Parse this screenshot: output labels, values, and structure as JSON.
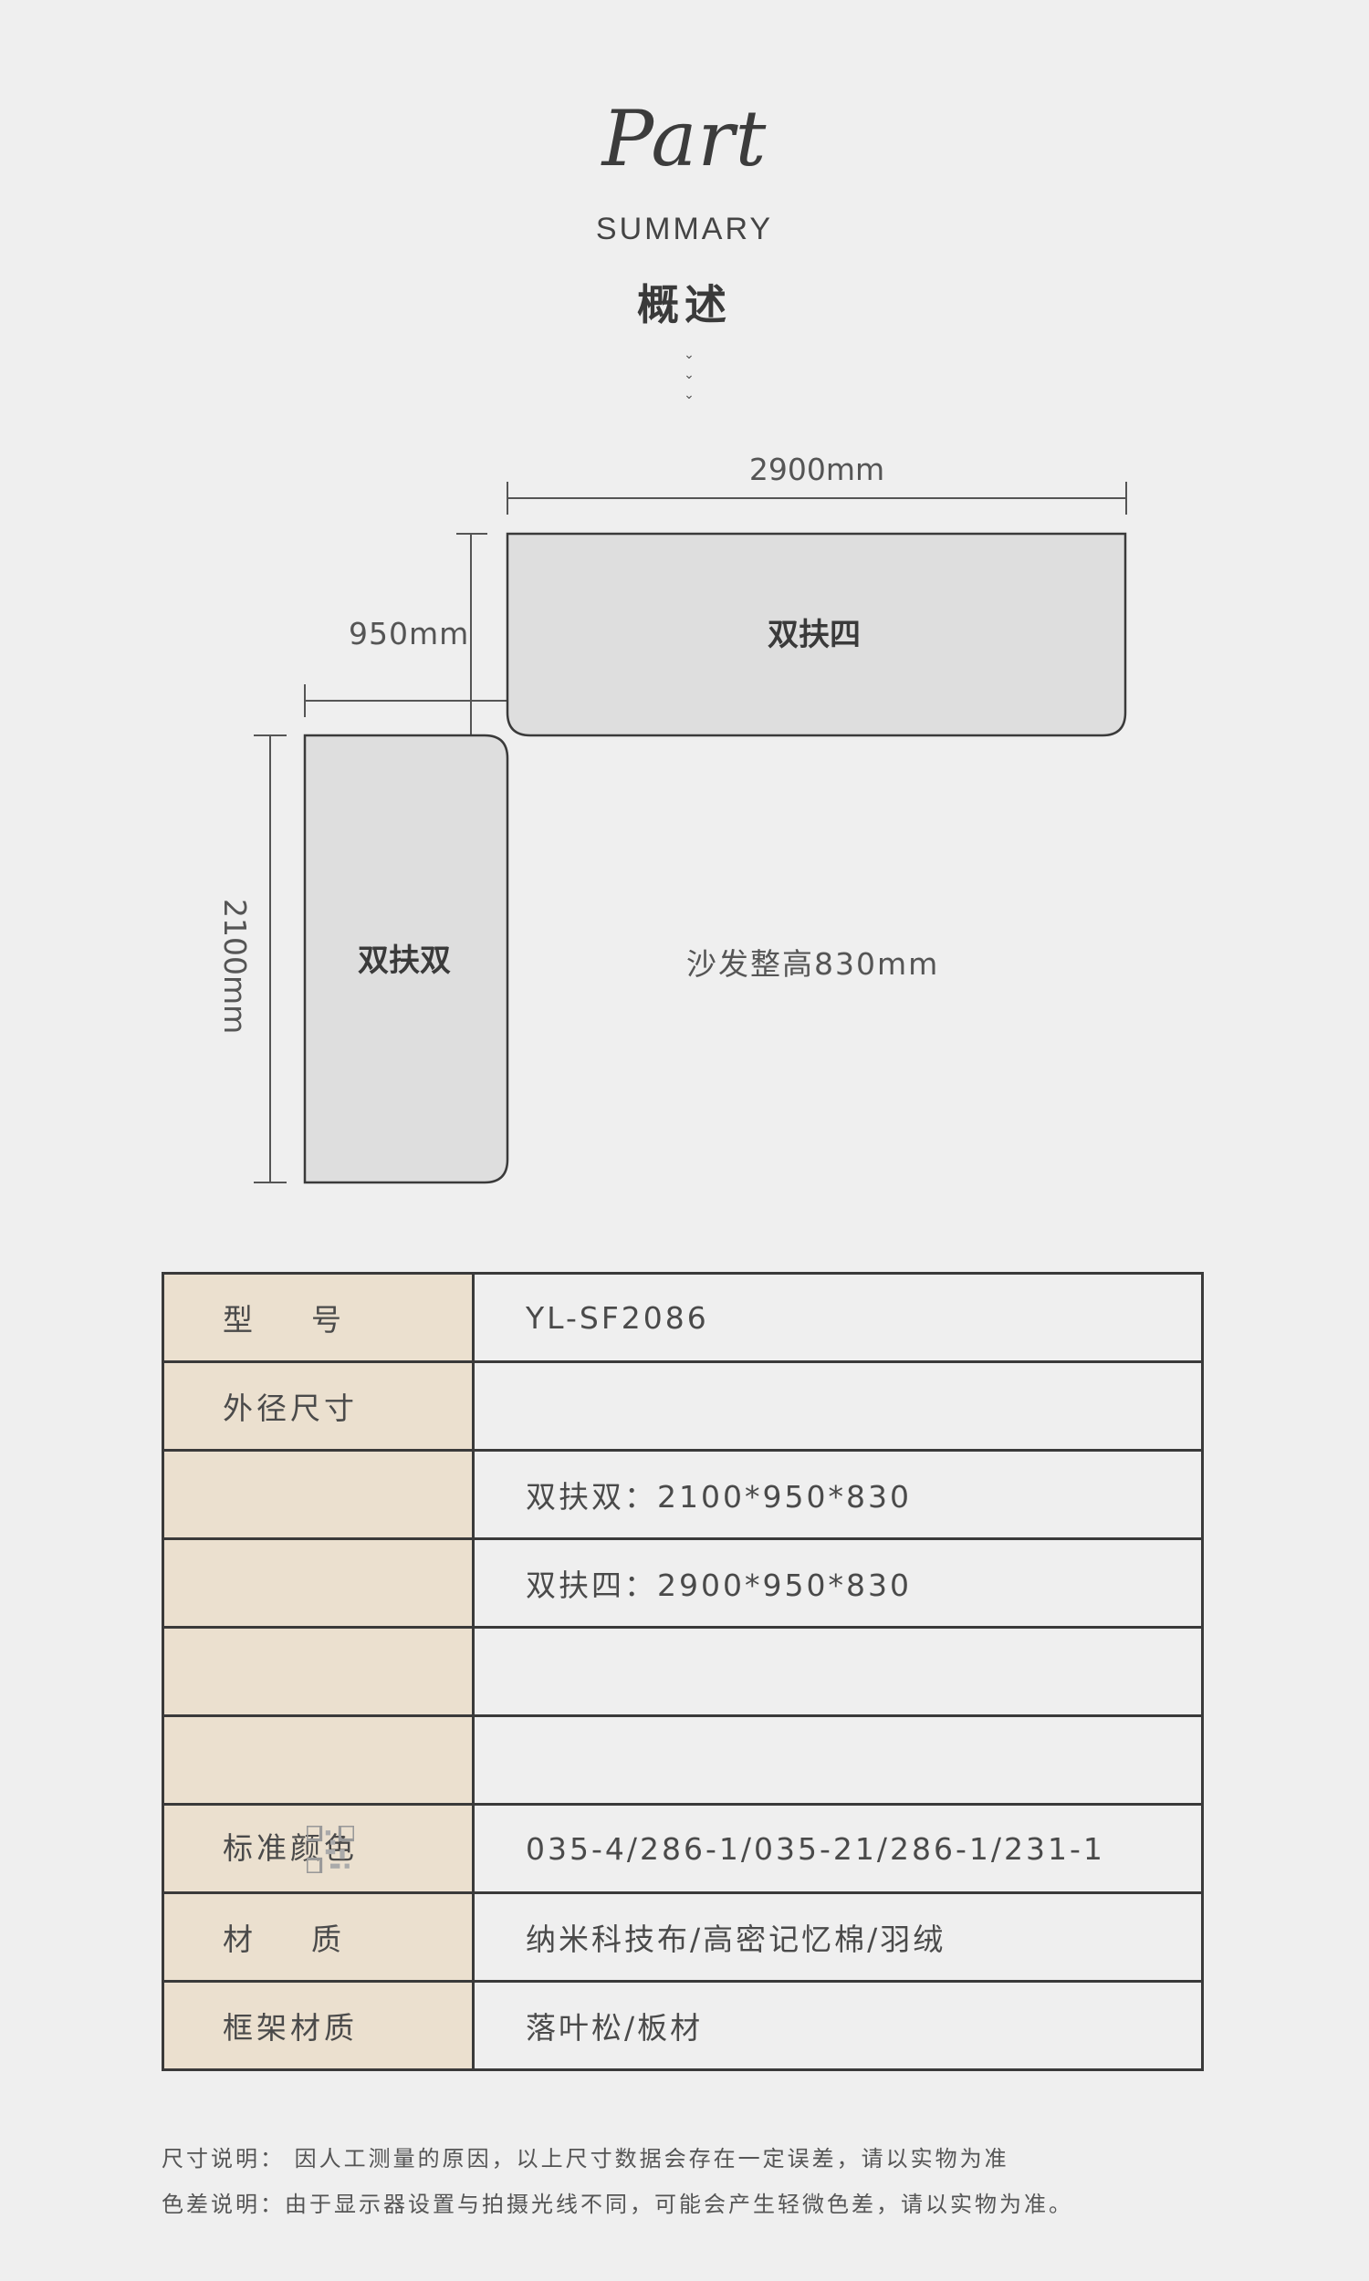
{
  "header": {
    "part": "Part",
    "summary": "SUMMARY",
    "title_zh": "概述",
    "chevron_icon": "chevron-down-icon"
  },
  "diagram": {
    "width_label": "2900mm",
    "depth_label": "950mm",
    "length_label": "2100mm",
    "piece_top": "双扶四",
    "piece_left": "双扶双",
    "height_note": "沙发整高830mm"
  },
  "table": {
    "rows": [
      {
        "key": "型号",
        "value": "YL-SF2086"
      },
      {
        "key": "外径尺寸",
        "value": ""
      },
      {
        "key": "",
        "value": "双扶双：2100*950*830"
      },
      {
        "key": "",
        "value": "双扶四：2900*950*830"
      },
      {
        "key": "",
        "value": ""
      },
      {
        "key": "",
        "value": ""
      },
      {
        "key": "标准颜色",
        "value": "035-4/286-1/035-21/286-1/231-1"
      },
      {
        "key": "材质",
        "value": "纳米科技布/高密记忆棉/羽绒"
      },
      {
        "key": "框架材质",
        "value": "落叶松/板材"
      }
    ]
  },
  "footer": {
    "size_note": "尺寸说明： 因人工测量的原因，以上尺寸数据会存在一定误差，请以实物为准",
    "color_note": "色差说明：由于显示器设置与拍摄光线不同，可能会产生轻微色差，请以实物为准。"
  },
  "colors": {
    "background": "#efefef",
    "piece_fill": "#dedede",
    "key_cell": "#ebe0cf",
    "line": "#3a3a3a"
  }
}
